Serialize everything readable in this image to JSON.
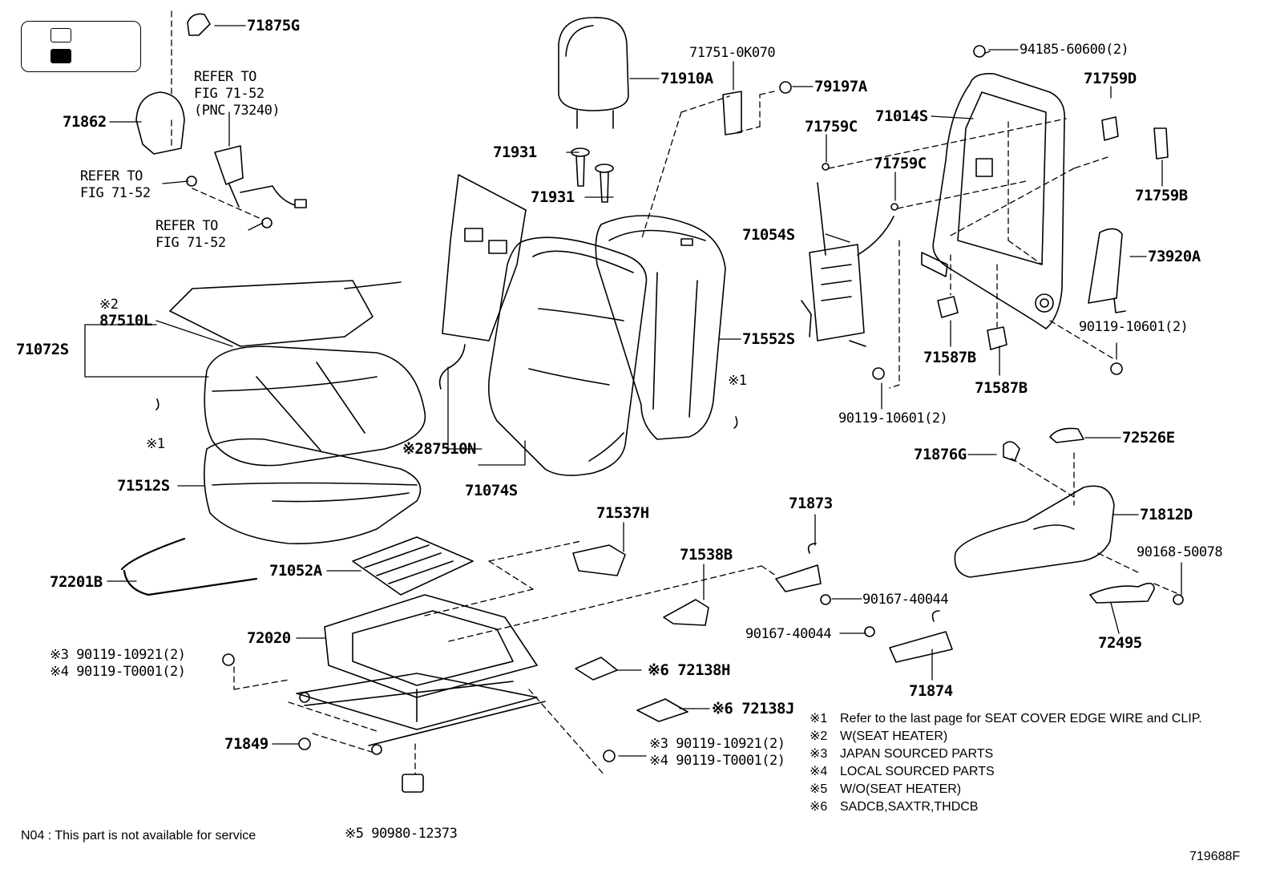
{
  "figure_code": "719688F",
  "footnote": "N04 : This part is not available for service",
  "refers": {
    "ref1_l1": "REFER TO",
    "ref1_l2": "FIG 71-52",
    "ref1_l3": "(PNC 73240)",
    "ref2_l1": "REFER TO",
    "ref2_l2": "FIG 71-52",
    "ref3_l1": "REFER TO",
    "ref3_l2": "FIG 71-52"
  },
  "parts": {
    "p71875G": "71875G",
    "p71862": "71862",
    "p71910A": "71910A",
    "p71931a": "71931",
    "p71931b": "71931",
    "p71751": "71751-0K070",
    "p79197A": "79197A",
    "p94185": "94185-60600(2)",
    "p71759D": "71759D",
    "p71014S": "71014S",
    "p71759C1": "71759C",
    "p71759C2": "71759C",
    "p71759B": "71759B",
    "p71054S": "71054S",
    "p73920A": "73920A",
    "p90119r": "90119-10601(2)",
    "p71587B1": "71587B",
    "p71587B2": "71587B",
    "p90119c": "90119-10601(2)",
    "p71552S": "71552S",
    "p87510L_mark": "※2",
    "p87510L": "87510L",
    "p71072S": "71072S",
    "mark1_left": "※1",
    "mark1_mid": "※1",
    "p87510N": "※287510N",
    "p71074S": "71074S",
    "p71512S": "71512S",
    "p71876G": "71876G",
    "p72526E": "72526E",
    "p71812D": "71812D",
    "p90168": "90168-50078",
    "p72495": "72495",
    "p71537H": "71537H",
    "p71538B": "71538B",
    "p71873": "71873",
    "p90167a": "90167-40044",
    "p90167b": "90167-40044",
    "p71874": "71874",
    "p72201B": "72201B",
    "p71052A": "71052A",
    "p72020": "72020",
    "p90119L3": "※3 90119-10921(2)",
    "p90119L4": "※4 90119-T0001(2)",
    "p72138H": "※6 72138H",
    "p72138J": "※6 72138J",
    "p71849": "71849",
    "p90119B3": "※3 90119-10921(2)",
    "p90119B4": "※4 90119-T0001(2)",
    "p90980": "※5 90980-12373"
  },
  "notes": [
    {
      "mark": "※1",
      "text": "Refer to the last page for SEAT COVER EDGE WIRE and CLIP."
    },
    {
      "mark": "※2",
      "text": "W(SEAT HEATER)"
    },
    {
      "mark": "※3",
      "text": "JAPAN SOURCED PARTS"
    },
    {
      "mark": "※4",
      "text": "LOCAL SOURCED PARTS"
    },
    {
      "mark": "※5",
      "text": "W/O(SEAT HEATER)"
    },
    {
      "mark": "※6",
      "text": "SADCB,SAXTR,THDCB"
    }
  ]
}
